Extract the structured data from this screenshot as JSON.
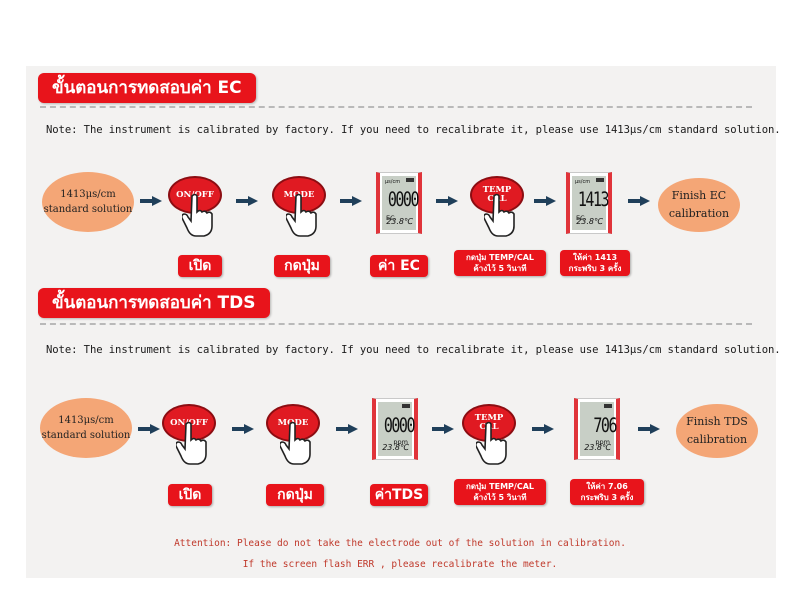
{
  "sections": [
    {
      "title": "ขั้นตอนการทดสอบค่า EC",
      "note": "Note: The instrument is calibrated by factory. If you need to recalibrate it, please use 1413μs/cm standard solution.",
      "start_oval": [
        "1413μs/cm",
        "standard solution"
      ],
      "button_1": [
        "ON/OFF"
      ],
      "button_2": [
        "MODE"
      ],
      "button_3": [
        "TEMP",
        "CAL"
      ],
      "display_1": {
        "unit": "μs/cm",
        "value": "0000",
        "sub": "EC",
        "temp": "23.8℃"
      },
      "display_2": {
        "unit": "μs/cm",
        "value": "1413",
        "sub": "EC",
        "temp": "23.8℃"
      },
      "finish_oval": [
        "Finish EC",
        "calibration"
      ],
      "labels": {
        "open": "เปิด",
        "press": "กดปุ่ม",
        "value": "ค่า EC",
        "hold": [
          "กดปุ่ม TEMP/CAL",
          "ค้างไว้ 5 วินาที"
        ],
        "blink": [
          "ให้ค่า 1413",
          "กระพริบ 3 ครั้ง"
        ]
      }
    },
    {
      "title": "ขั้นตอนการทดสอบค่า TDS",
      "note": "Note: The instrument is calibrated by factory. If you need to recalibrate it, please use 1413μs/cm standard solution.",
      "start_oval": [
        "1413μs/cm",
        "standard solution"
      ],
      "button_1": [
        "ON/OFF"
      ],
      "button_2": [
        "MODE"
      ],
      "button_3": [
        "TEMP",
        "CAL"
      ],
      "display_1": {
        "unit": "",
        "value": "0000",
        "sub": "ppm",
        "temp": "23.8℃"
      },
      "display_2": {
        "unit": "",
        "value": "706",
        "sub": "ppm",
        "temp": "23.8℃"
      },
      "finish_oval": [
        "Finish TDS",
        "calibration"
      ],
      "labels": {
        "open": "เปิด",
        "press": "กดปุ่ม",
        "value": "ค่าTDS",
        "hold": [
          "กดปุ่ม TEMP/CAL",
          "ค้างไว้ 5 วินาที"
        ],
        "blink": [
          "ให้ค่า 7.06",
          "กระพริบ 3 ครั้ง"
        ]
      }
    }
  ],
  "attention": [
    "Attention: Please do not take the electrode out of the solution in calibration.",
    "If the screen flash ERR , please recalibrate the meter."
  ],
  "colors": {
    "title_red": "#e8141b",
    "oval_peach": "#f4a676",
    "button_red": "#e01a22",
    "arrow_navy": "#1f3f5a",
    "lcd_green": "#c8cfc6",
    "attention_red": "#c0392b"
  },
  "icons": [
    "hand-pointer-icon",
    "arrow-right-icon"
  ]
}
